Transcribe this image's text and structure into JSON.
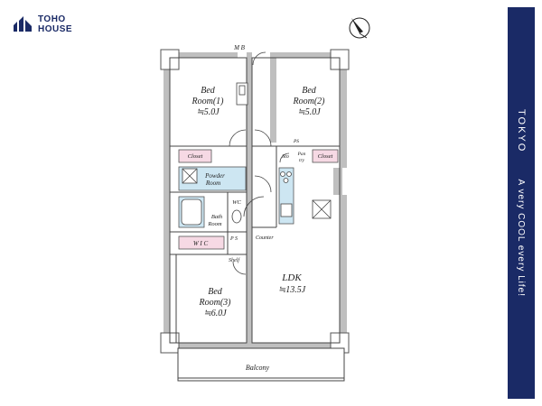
{
  "brand": {
    "name_line1": "TOHO",
    "name_line2": "HOUSE"
  },
  "sidebar": {
    "city": "TOKYO",
    "slogan": "A very COOL every Life!"
  },
  "colors": {
    "brand_navy": "#1a2a66",
    "wet_area": "#cde6f2",
    "storage": "#f6d9e4",
    "wall": "#bfbfbf"
  },
  "floorplan": {
    "rooms": {
      "bed1": {
        "name1": "Bed",
        "name2": "Room(1)",
        "size": "≒5.0J"
      },
      "bed2": {
        "name1": "Bed",
        "name2": "Room(2)",
        "size": "≒5.0J"
      },
      "bed3": {
        "name1": "Bed",
        "name2": "Room(3)",
        "size": "≒6.0J"
      },
      "ldk": {
        "name1": "LDK",
        "size": "≒13.5J"
      },
      "powder": {
        "name1": "Powder",
        "name2": "Room"
      },
      "bath": {
        "name1": "Bath",
        "name2": "Room"
      },
      "balcony": {
        "name": "Balcony"
      }
    },
    "labels": {
      "mb": "M B",
      "ps_top": "PS",
      "closet_left": "Closet",
      "closet_right": "Closet",
      "sto": "Sto",
      "pantry1": "Pan",
      "pantry2": "try",
      "wc": "WC",
      "wic": "W I C",
      "ps_mid": "P S",
      "counter": "Counter",
      "shelf": "Shelf"
    }
  }
}
